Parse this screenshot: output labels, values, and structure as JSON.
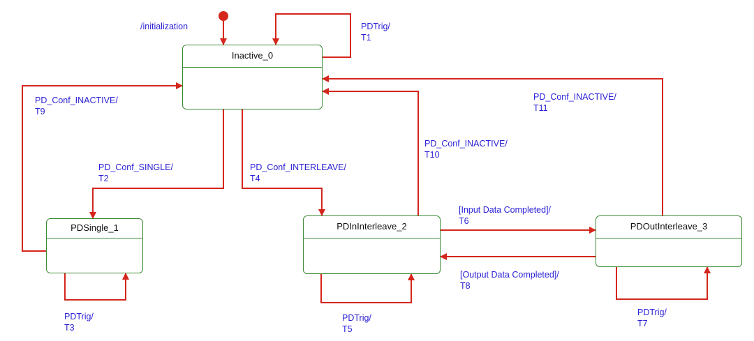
{
  "colors": {
    "state_border": "#3a8a32",
    "edge": "#d4261c",
    "label": "#2a1fd6",
    "state_text": "#111111"
  },
  "initial_label": "/initialization",
  "states": {
    "inactive": "Inactive_0",
    "single": "PDSingle_1",
    "ininterleave": "PDInInterleave_2",
    "outinterleave": "PDOutInterleave_3"
  },
  "transitions": {
    "t1": {
      "event": "PDTrig/",
      "id": "T1"
    },
    "t2": {
      "event": "PD_Conf_SINGLE/",
      "id": "T2"
    },
    "t3": {
      "event": "PDTrig/",
      "id": "T3"
    },
    "t4": {
      "event": "PD_Conf_INTERLEAVE/",
      "id": "T4"
    },
    "t5": {
      "event": "PDTrig/",
      "id": "T5"
    },
    "t6": {
      "event": "[Input Data Completed]/",
      "id": "T6"
    },
    "t7": {
      "event": "PDTrig/",
      "id": "T7"
    },
    "t8": {
      "event": "[Output Data Completed]/",
      "id": "T8"
    },
    "t9": {
      "event": "PD_Conf_INACTIVE/",
      "id": "T9"
    },
    "t10": {
      "event": "PD_Conf_INACTIVE/",
      "id": "T10"
    },
    "t11": {
      "event": "PD_Conf_INACTIVE/",
      "id": "T11"
    }
  }
}
